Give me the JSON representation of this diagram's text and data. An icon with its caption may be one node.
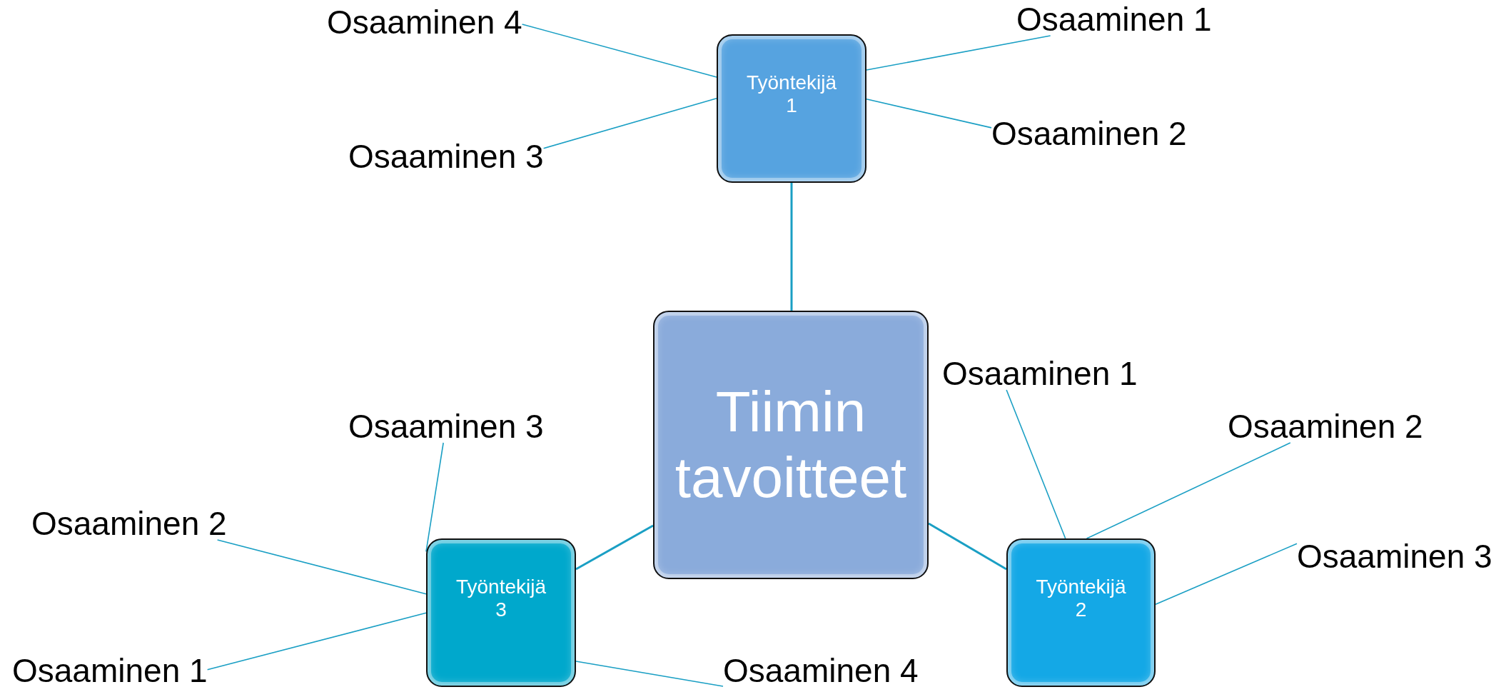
{
  "diagram": {
    "nodes": [
      {
        "text": [
          "Tiimin tavoitteet"
        ]
      },
      {
        "text": [
          "Työntekijä 1"
        ]
      },
      {
        "text": [
          "Työntekijä 2"
        ]
      },
      {
        "text": [
          "Työntekijä 3"
        ]
      },
      {
        "text": [
          "Osaaminen 4"
        ]
      },
      {
        "text": [
          "Osaaminen 1"
        ]
      },
      {
        "text": [
          "Osaaminen 3"
        ]
      },
      {
        "text": [
          "Osaaminen 2"
        ]
      },
      {
        "text": [
          "Osaaminen 1"
        ]
      },
      {
        "text": [
          "Osaaminen 2"
        ]
      },
      {
        "text": [
          "Osaaminen 3"
        ]
      },
      {
        "text": [
          "Osaaminen 3"
        ]
      },
      {
        "text": [
          "Osaaminen 2"
        ]
      },
      {
        "text": [
          "Osaaminen 1"
        ]
      },
      {
        "text": [
          "Osaaminen 4"
        ]
      }
    ],
    "edges": [
      {
        "from": 0,
        "to": 1,
        "arrow": "none"
      },
      {
        "from": 0,
        "to": 2,
        "arrow": "none"
      },
      {
        "from": 0,
        "to": 3,
        "arrow": "none"
      },
      {
        "from": 1,
        "to": 4,
        "arrow": "none"
      },
      {
        "from": 1,
        "to": 5,
        "arrow": "none"
      },
      {
        "from": 1,
        "to": 6,
        "arrow": "none"
      },
      {
        "from": 1,
        "to": 7,
        "arrow": "none"
      },
      {
        "from": 2,
        "to": 8,
        "arrow": "none"
      },
      {
        "from": 2,
        "to": 9,
        "arrow": "none"
      },
      {
        "from": 2,
        "to": 10,
        "arrow": "none"
      },
      {
        "from": 3,
        "to": 11,
        "arrow": "none"
      },
      {
        "from": 3,
        "to": 12,
        "arrow": "none"
      },
      {
        "from": 3,
        "to": 13,
        "arrow": "none"
      },
      {
        "from": 3,
        "to": 14,
        "arrow": "none"
      }
    ]
  }
}
